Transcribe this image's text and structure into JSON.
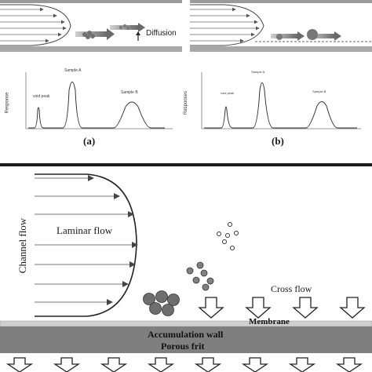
{
  "top_left": {
    "diffusion_label": "Diffusion",
    "chromatogram": {
      "ylabel": "Response",
      "peak_labels": [
        "void peak",
        "Sample A",
        "Sample B"
      ]
    },
    "caption": "(a)"
  },
  "top_right": {
    "chromatogram": {
      "ylabel": "Responses",
      "peak_labels": [
        "void peak",
        "Sample A",
        "Sample B"
      ]
    },
    "caption": "(b)"
  },
  "bottom": {
    "channel_flow": "Channel flow",
    "laminar_flow": "Laminar flow",
    "cross_flow": "Cross flow",
    "membrane": "Membrane",
    "accumulation_wall": "Accumulation wall",
    "porous_frit": "Porous frit"
  },
  "colors": {
    "wall": "#9a9a9a",
    "frit": "#7f7f7f",
    "membrane": "#cccccc",
    "particle_large": "#6e6e6e",
    "particle_medium": "#808080",
    "particle_small": "#ffffff"
  }
}
